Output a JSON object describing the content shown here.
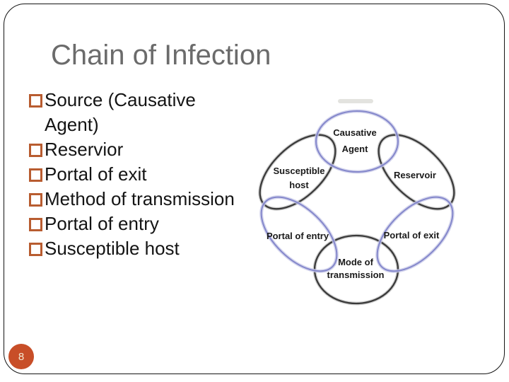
{
  "slide": {
    "title": "Chain of Infection",
    "page_number": "8",
    "bullets": [
      "Source (Causative Agent)",
      "Reservior",
      "Portal of exit",
      "Method of transmission",
      "Portal of entry",
      "Susceptible host"
    ]
  },
  "diagram": {
    "nodes": {
      "causative_agent": {
        "line1": "Causative",
        "line2": "Agent"
      },
      "reservoir": {
        "label": "Reservoir"
      },
      "portal_of_exit": {
        "label": "Portal of exit"
      },
      "mode_of_transmission": {
        "line1": "Mode of",
        "line2": "transmission"
      },
      "portal_of_entry": {
        "label": "Portal of entry"
      },
      "susceptible_host": {
        "line1": "Susceptible",
        "line2": "host"
      }
    }
  },
  "colors": {
    "title_text": "#6b6b6b",
    "bullet_square": "#b85c30",
    "body_text": "#141414",
    "badge_fill": "#c84e28",
    "badge_text": "#f3e9d2",
    "ellipse_dark": "#3a3a3a",
    "ellipse_blue": "#8487cb"
  }
}
